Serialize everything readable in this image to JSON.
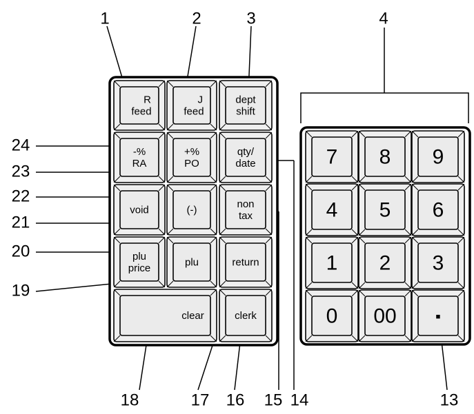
{
  "function_keypad": {
    "rows": [
      [
        {
          "lines": [
            "R",
            "feed"
          ],
          "align": "right"
        },
        {
          "lines": [
            "J",
            "feed"
          ],
          "align": "right"
        },
        {
          "lines": [
            "dept",
            "shift"
          ],
          "align": "center"
        }
      ],
      [
        {
          "lines": [
            "-%",
            "RA"
          ],
          "align": "center"
        },
        {
          "lines": [
            "+%",
            "PO"
          ],
          "align": "center"
        },
        {
          "lines": [
            "qty/",
            "date"
          ],
          "align": "center"
        }
      ],
      [
        {
          "lines": [
            "void"
          ],
          "align": "center"
        },
        {
          "lines": [
            "(-)"
          ],
          "align": "center"
        },
        {
          "lines": [
            "non",
            "tax"
          ],
          "align": "center"
        }
      ],
      [
        {
          "lines": [
            "plu",
            "price"
          ],
          "align": "center"
        },
        {
          "lines": [
            "plu"
          ],
          "align": "center"
        },
        {
          "lines": [
            "return"
          ],
          "align": "center"
        }
      ],
      [
        {
          "lines": [
            "clear"
          ],
          "align": "center",
          "wide": true
        },
        {
          "lines": [
            "clerk"
          ],
          "align": "center"
        }
      ]
    ]
  },
  "numeric_keypad": {
    "rows": [
      [
        "7",
        "8",
        "9"
      ],
      [
        "4",
        "5",
        "6"
      ],
      [
        "1",
        "2",
        "3"
      ],
      [
        "0",
        "00",
        "▪"
      ]
    ]
  },
  "callouts": {
    "top": [
      "1",
      "2",
      "3",
      "4"
    ],
    "left": [
      "24",
      "23",
      "22",
      "21",
      "20",
      "19"
    ],
    "bottom": [
      "18",
      "17",
      "16",
      "15",
      "14",
      "13"
    ]
  }
}
